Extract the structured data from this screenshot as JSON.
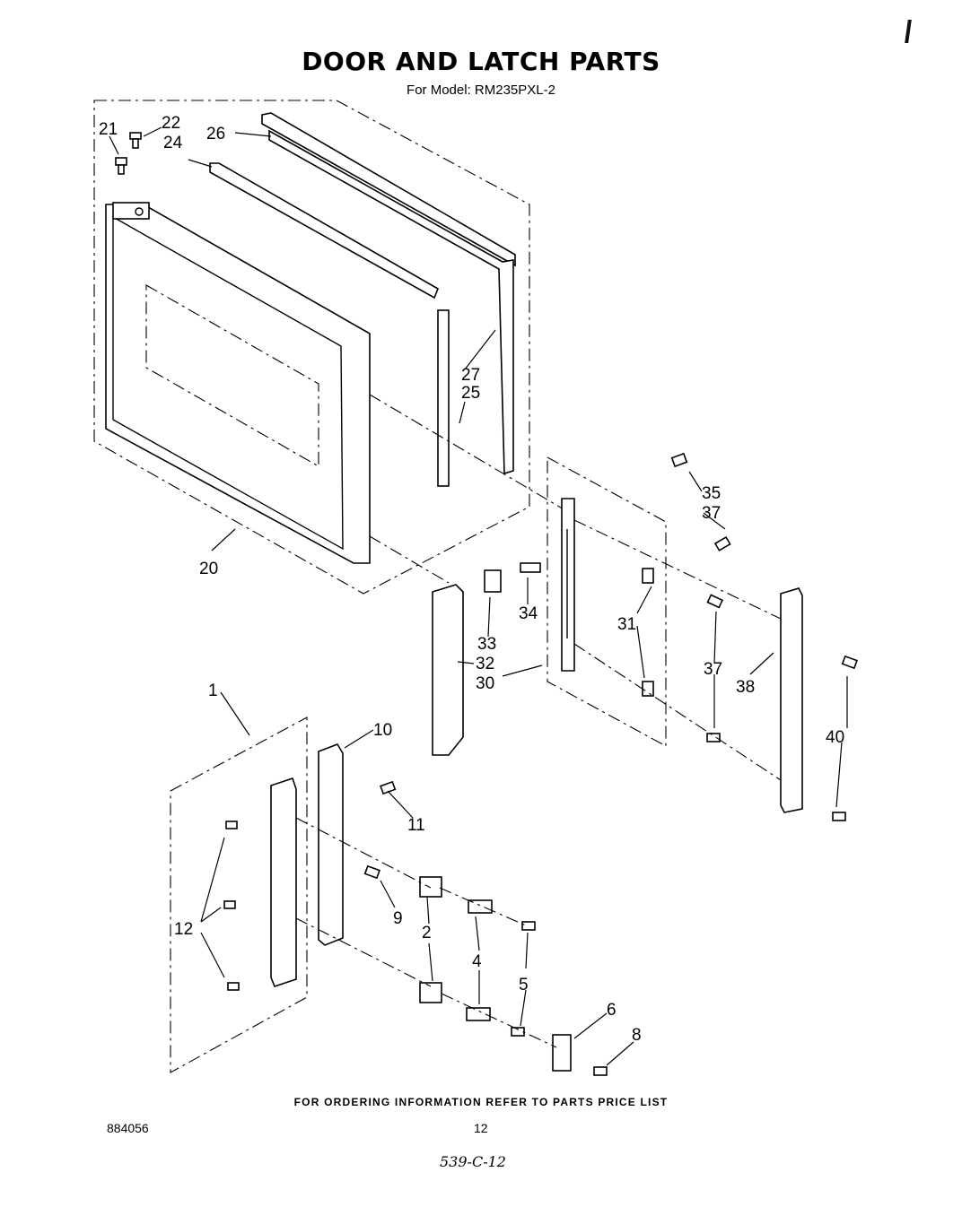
{
  "title": "DOOR AND LATCH PARTS",
  "subtitle": "For Model: RM235PXL-2",
  "footer_note": "FOR ORDERING INFORMATION REFER TO PARTS PRICE LIST",
  "doc_number": "884056",
  "page_number": "12",
  "handwritten_code": "539-C-12",
  "part_labels": [
    "21",
    "22",
    "24",
    "26",
    "27",
    "25",
    "20",
    "35",
    "37",
    "34",
    "31",
    "33",
    "32",
    "30",
    "37",
    "38",
    "40",
    "1",
    "10",
    "11",
    "12",
    "9",
    "2",
    "4",
    "5",
    "6",
    "8"
  ]
}
